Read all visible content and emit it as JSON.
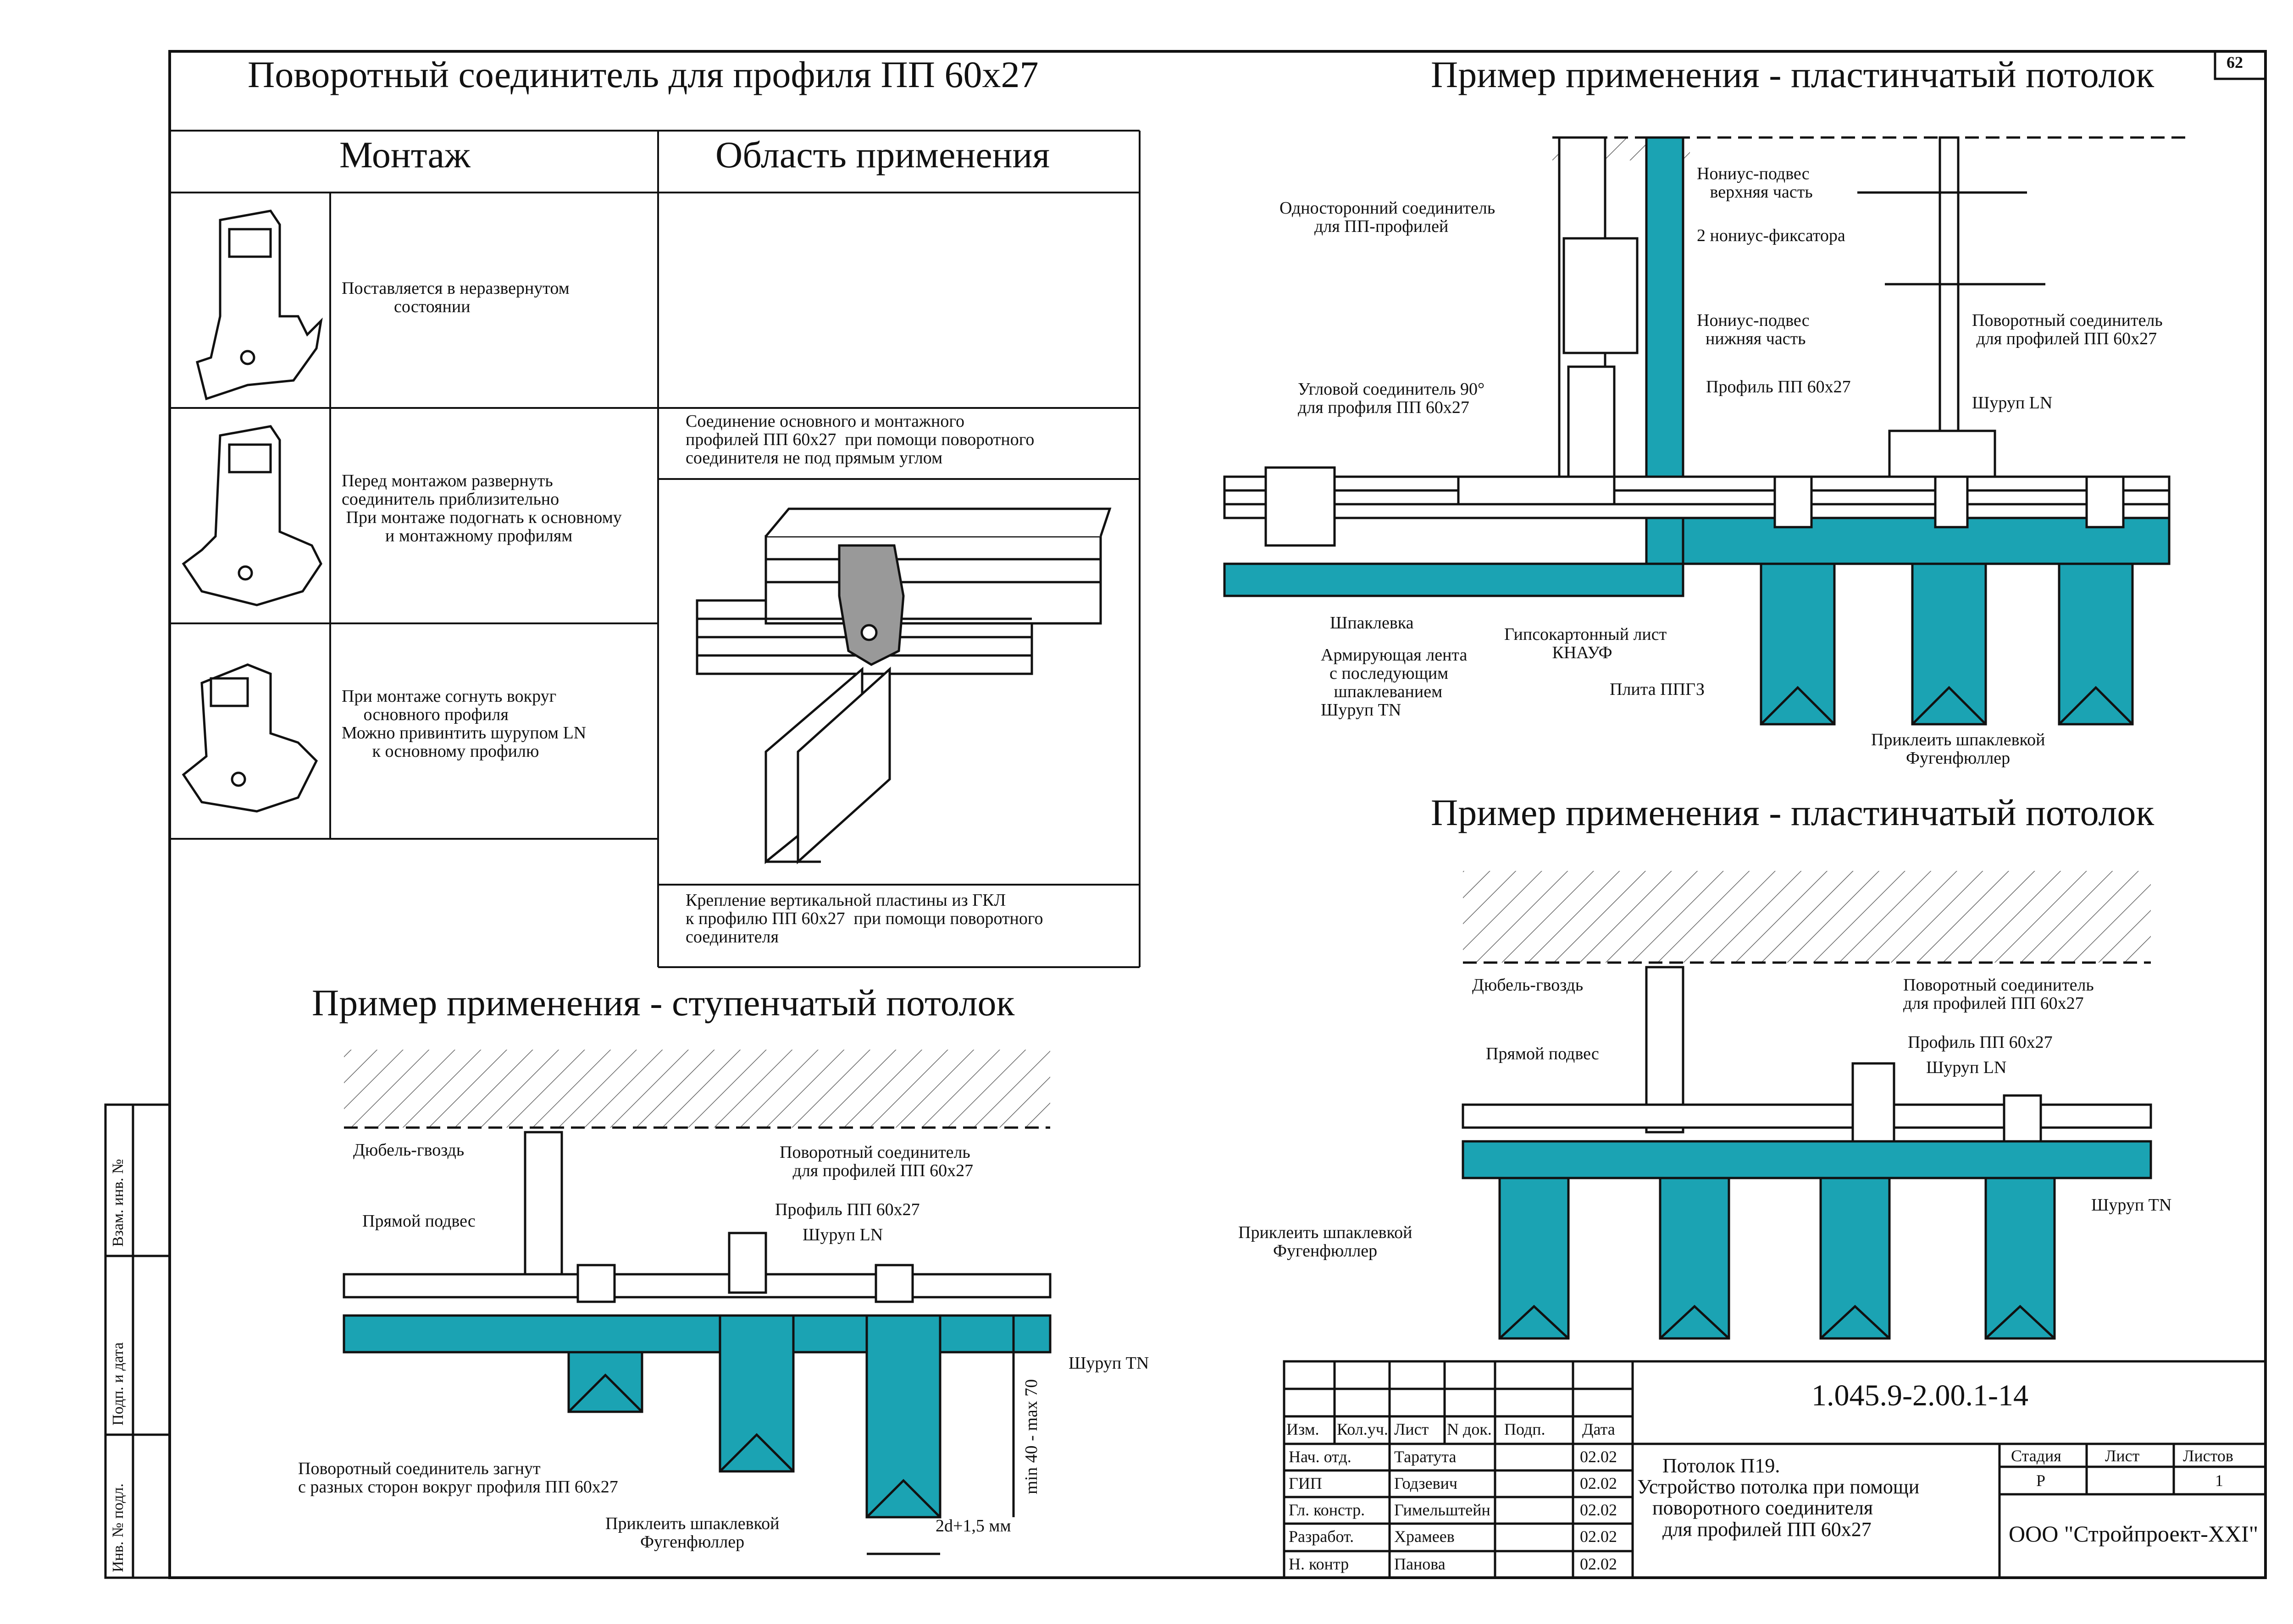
{
  "sheet": {
    "number": "62"
  },
  "left_top": {
    "title": "Поворотный соединитель для профиля ПП 60х27",
    "col_mount": "Монтаж",
    "col_use": "Область применения",
    "steps": [
      {
        "text": "Поставляется в неразвернутом\n            состоянии"
      },
      {
        "text": "Перед монтажом развернуть\nсоединитель приблизительно\n При монтаже подогнать к основному\n          и монтажному профилям"
      },
      {
        "text": "При монтаже согнуть вокруг\n     основного профиля\nМожно привинтить шурупом LN\n       к основному профилю"
      }
    ],
    "use_top": "Соединение основного и монтажного\nпрофилей ПП 60х27  при помощи поворотного\nсоединителя не под прямым углом",
    "use_bottom": "Крепление вертикальной пластины из ГКЛ\nк профилю ПП 60х27  при помощи поворотного\nсоединителя"
  },
  "step_ceiling": {
    "title": "Пример применения - ступенчатый потолок",
    "labels": {
      "dowel": "Дюбель-гвоздь",
      "hanger": "Прямой подвес",
      "rot_conn": "Поворотный соединитель\n   для профилей ПП 60х27",
      "profile": "Профиль ПП 60х27",
      "screw_ln": "Шуруп LN",
      "screw_tn": "Шуруп TN",
      "bent": "Поворотный соединитель загнут\nс разных сторон вокруг профиля ПП 60х27",
      "glue": "Приклеить шпаклевкой\n        Фугенфюллер",
      "dim_v": "min 40 - max 70",
      "dim_h": "2d+1,5 мм"
    }
  },
  "plate_ceiling_top": {
    "title": "Пример применения - пластинчатый потолок",
    "labels": {
      "one_side": "Односторонний соединитель\n        для ПП-профилей",
      "angle": "Угловой соединитель 90°\nдля профиля ПП 60х27",
      "putty": "Шпаклевка",
      "tape": "Армирующая лента\n  с последующим\n   шпаклеванием",
      "screw_tn": "Шуруп TN",
      "gkl": "Гипсокартонный лист\n           КНАУФ",
      "ppgz": "Плита ППГЗ",
      "nonius_top": "Нониус-подвес\n   верхняя часть",
      "fixers": "2 нониус-фиксатора",
      "nonius_bottom": "Нониус-подвес\n  нижняя часть",
      "rot_conn": "Поворотный соединитель\n для профилей ПП 60х27",
      "profile": "Профиль ПП 60х27",
      "screw_ln": "Шуруп LN",
      "glue": "Приклеить шпаклевкой\n        Фугенфюллер"
    }
  },
  "plate_ceiling_bottom": {
    "title": "Пример применения - пластинчатый потолок",
    "labels": {
      "dowel": "Дюбель-гвоздь",
      "hanger": "Прямой подвес",
      "rot_conn": "Поворотный соединитель\nдля профилей ПП 60х27",
      "profile": "Профиль ПП 60х27",
      "screw_ln": "Шуруп LN",
      "screw_tn": "Шуруп TN",
      "glue": "Приклеить шпаклевкой\n        Фугенфюллер"
    }
  },
  "side_stamp": [
    "Взам. инв. №",
    "Подп. и дата",
    "Инв. № подл."
  ],
  "title_block": {
    "code": "1.045.9-2.00.1-14",
    "header": [
      "Изм.",
      "Кол.уч.",
      "Лист",
      "N док.",
      "Подп.",
      "Дата"
    ],
    "rows": [
      {
        "role": "Нач. отд.",
        "name": "Таратута",
        "date": "02.02"
      },
      {
        "role": "ГИП",
        "name": "Годзевич",
        "date": "02.02"
      },
      {
        "role": "Гл. констр.",
        "name": "Гимельштейн",
        "date": "02.02"
      },
      {
        "role": "Разработ.",
        "name": "Храмеев",
        "date": "02.02"
      },
      {
        "role": "Н. контр",
        "name": "Панова",
        "date": "02.02"
      }
    ],
    "description": "     Потолок П19.\nУстройство потолка при помощи\n   поворотного соединителя\n     для профилей ПП 60х27",
    "stage_label": "Стадия",
    "sheet_label": "Лист",
    "sheets_label": "Листов",
    "stage": "Р",
    "sheets": "1",
    "org": "ООО \"Стройпроект-XXI\""
  },
  "colors": {
    "panel": "#1ba3b3",
    "line": "#111111",
    "hatch": "#555555"
  }
}
